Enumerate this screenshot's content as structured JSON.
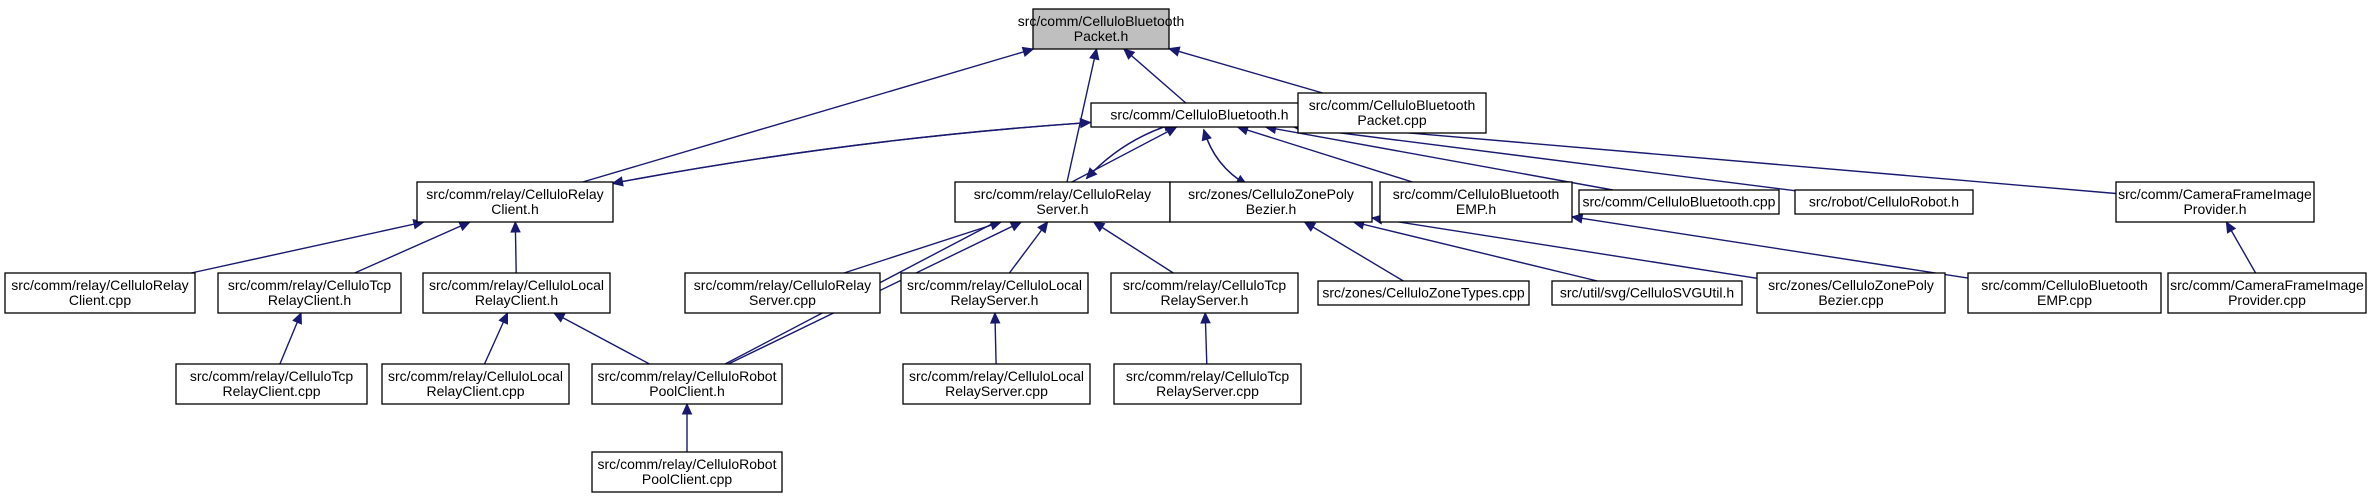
{
  "colors": {
    "edge": "#191970",
    "root_fill": "#bfbfbf",
    "node_fill": "#ffffff",
    "node_border": "#000000"
  },
  "nodes": [
    {
      "id": "n0",
      "lines": [
        "src/comm/CelluloBluetooth",
        "Packet.h"
      ],
      "root": true
    },
    {
      "id": "n1",
      "lines": [
        "src/comm/CelluloBluetooth.h"
      ]
    },
    {
      "id": "n2",
      "lines": [
        "src/comm/CelluloBluetooth",
        "Packet.cpp"
      ]
    },
    {
      "id": "n3",
      "lines": [
        "src/comm/relay/CelluloRelay",
        "Client.h"
      ]
    },
    {
      "id": "n4",
      "lines": [
        "src/comm/relay/CelluloRelay",
        "Server.h"
      ]
    },
    {
      "id": "n5",
      "lines": [
        "src/zones/CelluloZonePoly",
        "Bezier.h"
      ]
    },
    {
      "id": "n6",
      "lines": [
        "src/comm/CelluloBluetooth",
        "EMP.h"
      ]
    },
    {
      "id": "n7",
      "lines": [
        "src/comm/CelluloBluetooth.cpp"
      ]
    },
    {
      "id": "n8",
      "lines": [
        "src/robot/CelluloRobot.h"
      ]
    },
    {
      "id": "n9",
      "lines": [
        "src/comm/CameraFrameImage",
        "Provider.h"
      ]
    },
    {
      "id": "n10",
      "lines": [
        "src/comm/relay/CelluloRelay",
        "Client.cpp"
      ]
    },
    {
      "id": "n11",
      "lines": [
        "src/comm/relay/CelluloTcp",
        "RelayClient.h"
      ]
    },
    {
      "id": "n12",
      "lines": [
        "src/comm/relay/CelluloLocal",
        "RelayClient.h"
      ]
    },
    {
      "id": "n13",
      "lines": [
        "src/comm/relay/CelluloRelay",
        "Server.cpp"
      ]
    },
    {
      "id": "n14",
      "lines": [
        "src/comm/relay/CelluloLocal",
        "RelayServer.h"
      ]
    },
    {
      "id": "n15",
      "lines": [
        "src/comm/relay/CelluloTcp",
        "RelayServer.h"
      ]
    },
    {
      "id": "n16",
      "lines": [
        "src/zones/CelluloZoneTypes.cpp"
      ]
    },
    {
      "id": "n17",
      "lines": [
        "src/util/svg/CelluloSVGUtil.h"
      ]
    },
    {
      "id": "n18",
      "lines": [
        "src/zones/CelluloZonePoly",
        "Bezier.cpp"
      ]
    },
    {
      "id": "n19",
      "lines": [
        "src/comm/CelluloBluetooth",
        "EMP.cpp"
      ]
    },
    {
      "id": "n20",
      "lines": [
        "src/comm/CameraFrameImage",
        "Provider.cpp"
      ]
    },
    {
      "id": "n21",
      "lines": [
        "src/comm/relay/CelluloTcp",
        "RelayClient.cpp"
      ]
    },
    {
      "id": "n22",
      "lines": [
        "src/comm/relay/CelluloLocal",
        "RelayClient.cpp"
      ]
    },
    {
      "id": "n23",
      "lines": [
        "src/comm/relay/CelluloRobot",
        "PoolClient.h"
      ]
    },
    {
      "id": "n24",
      "lines": [
        "src/comm/relay/CelluloLocal",
        "RelayServer.cpp"
      ]
    },
    {
      "id": "n25",
      "lines": [
        "src/comm/relay/CelluloTcp",
        "RelayServer.cpp"
      ]
    },
    {
      "id": "n26",
      "lines": [
        "src/comm/relay/CelluloRobot",
        "PoolClient.cpp"
      ]
    }
  ],
  "edges": [
    [
      "n1",
      "n0"
    ],
    [
      "n2",
      "n0"
    ],
    [
      "n3",
      "n0"
    ],
    [
      "n4",
      "n0"
    ],
    [
      "n3",
      "n1"
    ],
    [
      "n1",
      "n3"
    ],
    [
      "n4",
      "n1"
    ],
    [
      "n1",
      "n4"
    ],
    [
      "n5",
      "n1"
    ],
    [
      "n1",
      "n5"
    ],
    [
      "n6",
      "n1"
    ],
    [
      "n7",
      "n1"
    ],
    [
      "n8",
      "n1"
    ],
    [
      "n9",
      "n1"
    ],
    [
      "n23",
      "n1"
    ],
    [
      "n10",
      "n3"
    ],
    [
      "n11",
      "n3"
    ],
    [
      "n12",
      "n3"
    ],
    [
      "n13",
      "n4"
    ],
    [
      "n14",
      "n4"
    ],
    [
      "n15",
      "n4"
    ],
    [
      "n23",
      "n4"
    ],
    [
      "n16",
      "n5"
    ],
    [
      "n17",
      "n5"
    ],
    [
      "n18",
      "n5"
    ],
    [
      "n19",
      "n6"
    ],
    [
      "n20",
      "n9"
    ],
    [
      "n21",
      "n11"
    ],
    [
      "n22",
      "n12"
    ],
    [
      "n23",
      "n12"
    ],
    [
      "n24",
      "n14"
    ],
    [
      "n25",
      "n15"
    ],
    [
      "n26",
      "n23"
    ]
  ]
}
